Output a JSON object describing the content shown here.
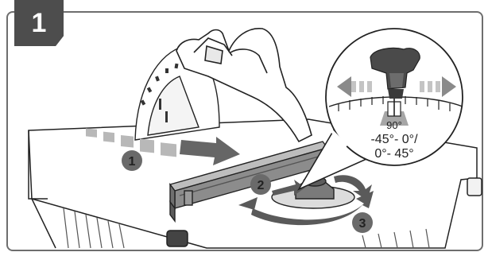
{
  "step": {
    "number": "1"
  },
  "markers": [
    "1",
    "2",
    "3"
  ],
  "scale": {
    "angle_value": "90°",
    "range_line_1": "-45°- 0°/",
    "range_line_2": "0°- 45°"
  },
  "colors": {
    "badge": "#4d4d4d",
    "marker": "#6a6a6a",
    "arrow": "#5a5a5a",
    "arrow_light": "#a0a0a0",
    "outline": "#222222"
  }
}
